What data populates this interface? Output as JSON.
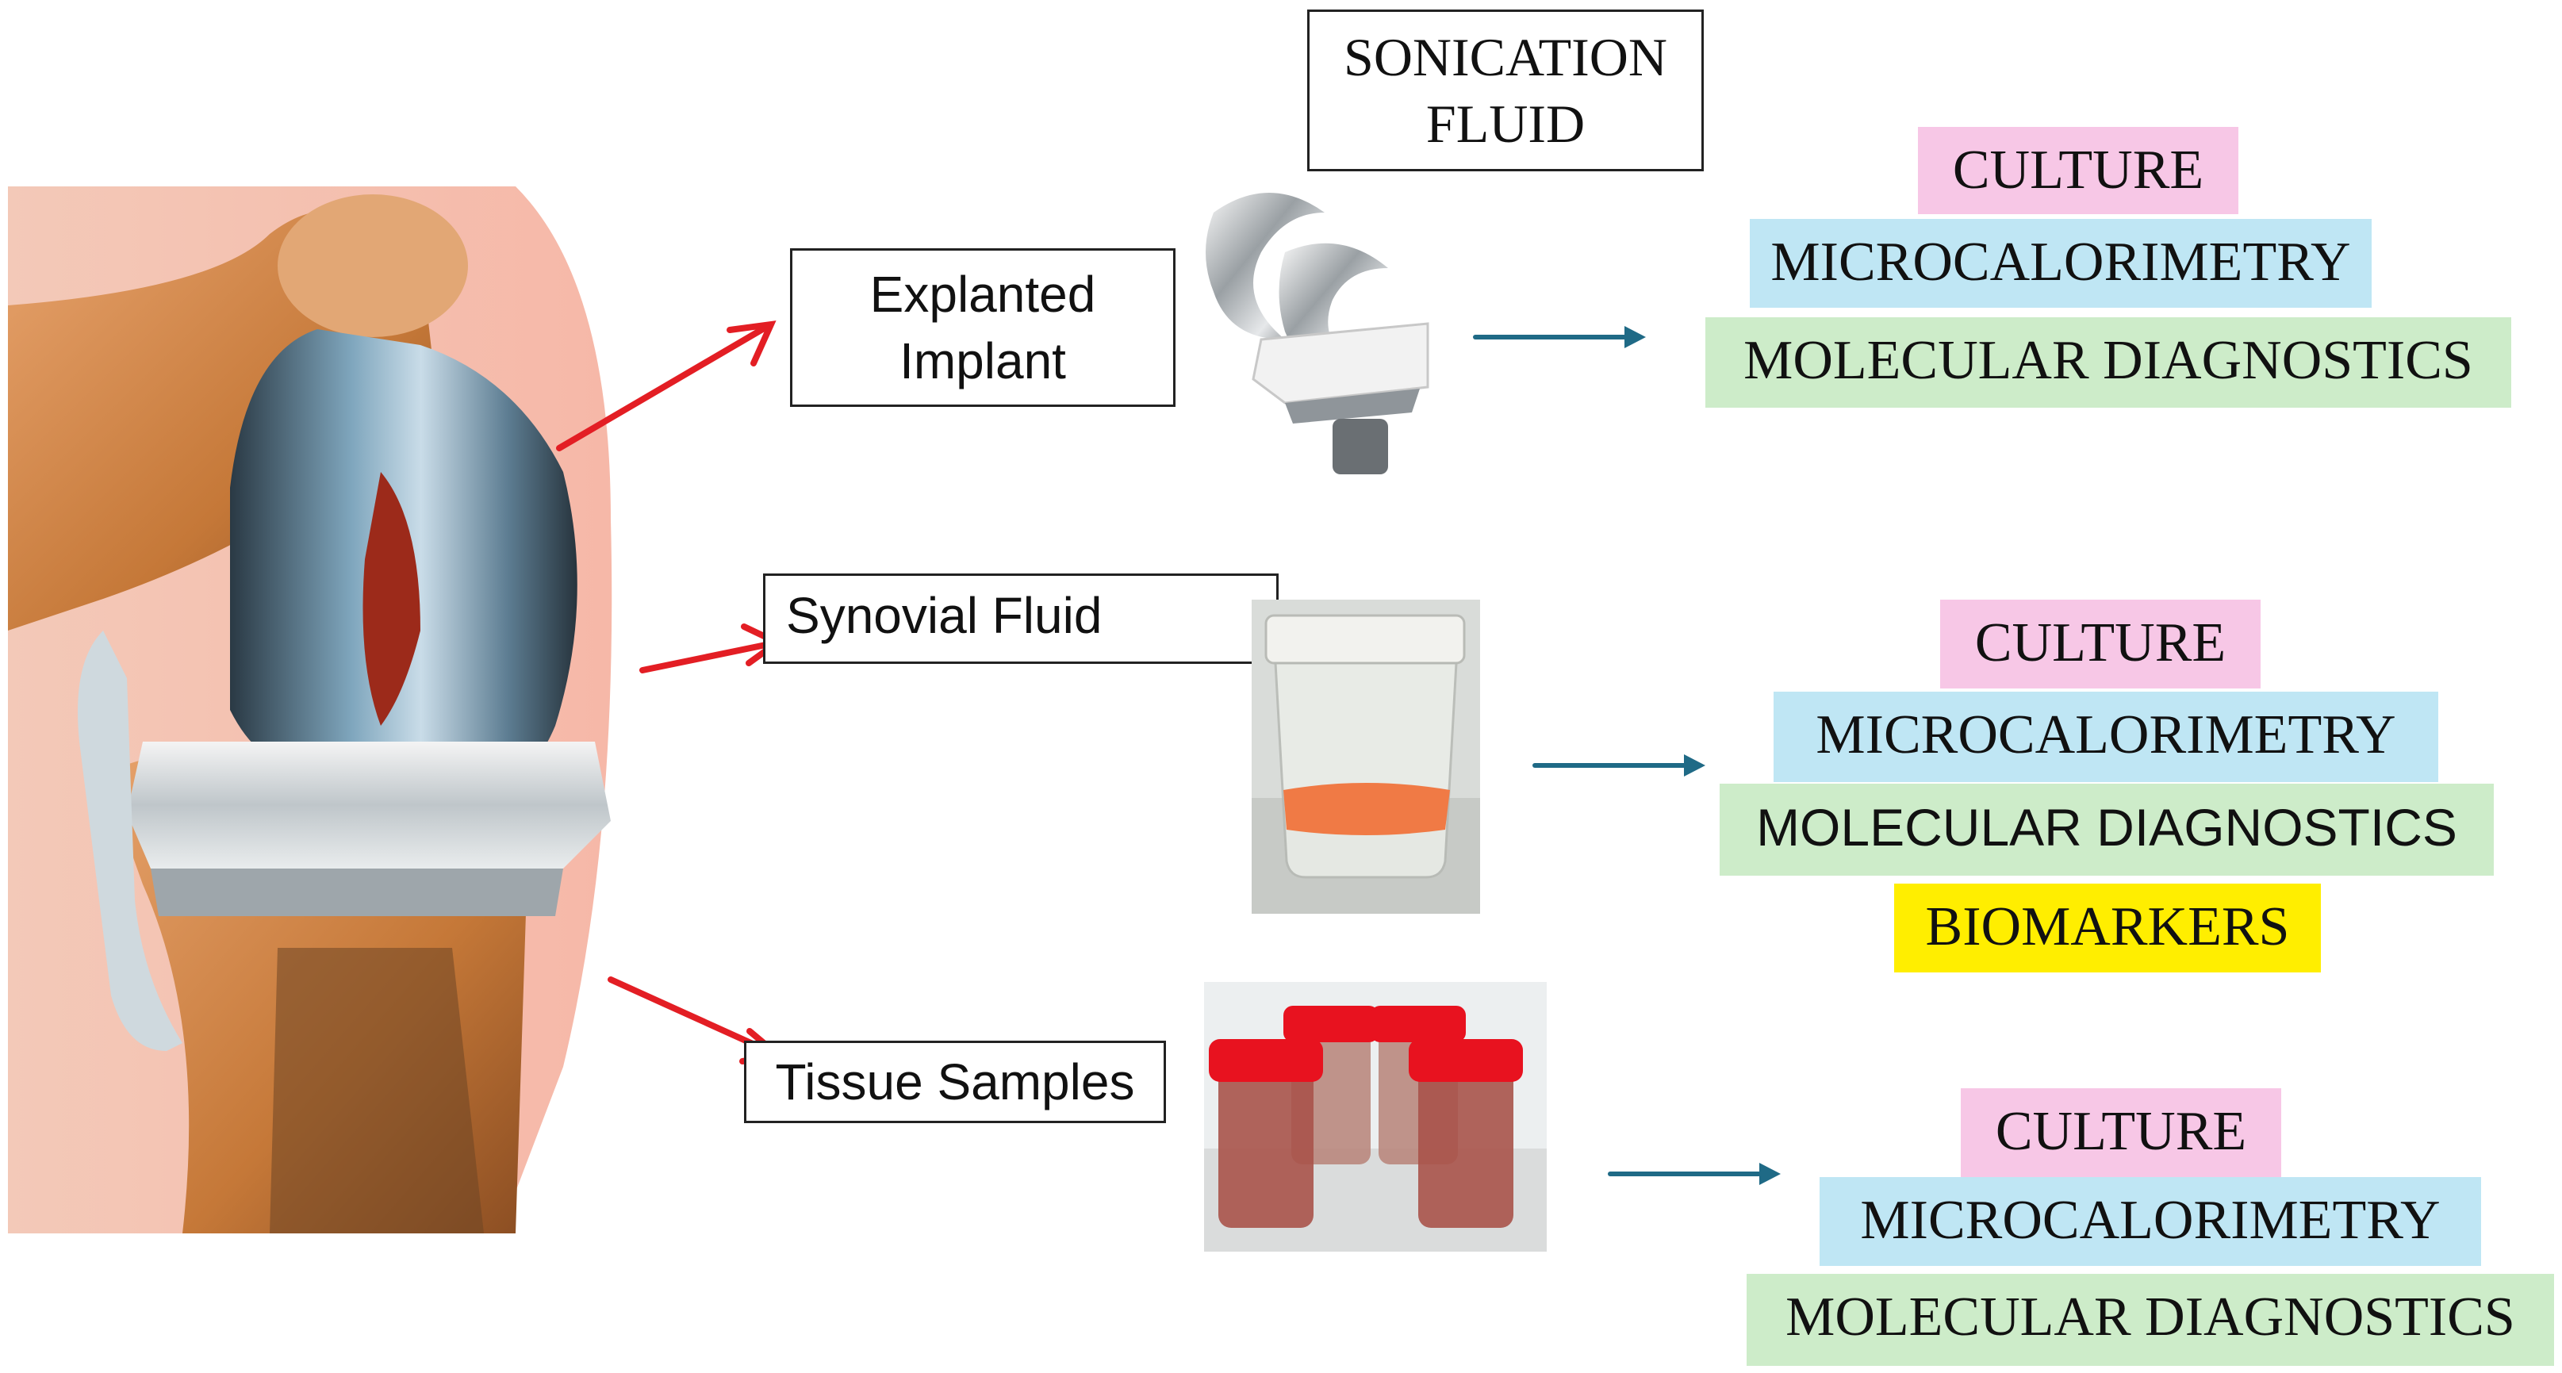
{
  "colors": {
    "culture": "#f7c7e6",
    "microcalorimetry": "#bfe6f4",
    "molecular": "#cdecc9",
    "biomarkers": "#ffee00",
    "red_arrow": "#e31e24",
    "blue_arrow": "#1f6a86"
  },
  "sonication": {
    "line1": "SONICATION",
    "line2": "FLUID"
  },
  "sources": [
    {
      "line1": "Explanted",
      "line2": "Implant",
      "icon": "knee-implant-photo"
    },
    {
      "line1": "Synovial Fluid",
      "icon": "synovial-fluid-container-photo"
    },
    {
      "line1": "Tissue Samples",
      "icon": "tissue-sample-containers-photo"
    }
  ],
  "analyses": {
    "implant": [
      "CULTURE",
      "MICROCALORIMETRY",
      "MOLECULAR DIAGNOSTICS"
    ],
    "synovial": [
      "CULTURE",
      "MICROCALORIMETRY",
      "MOLECULAR DIAGNOSTICS",
      "BIOMARKERS"
    ],
    "tissue": [
      "CULTURE",
      "MICROCALORIMETRY",
      "MOLECULAR DIAGNOSTICS"
    ]
  },
  "illustration": {
    "icon": "knee-prosthesis-illustration"
  }
}
